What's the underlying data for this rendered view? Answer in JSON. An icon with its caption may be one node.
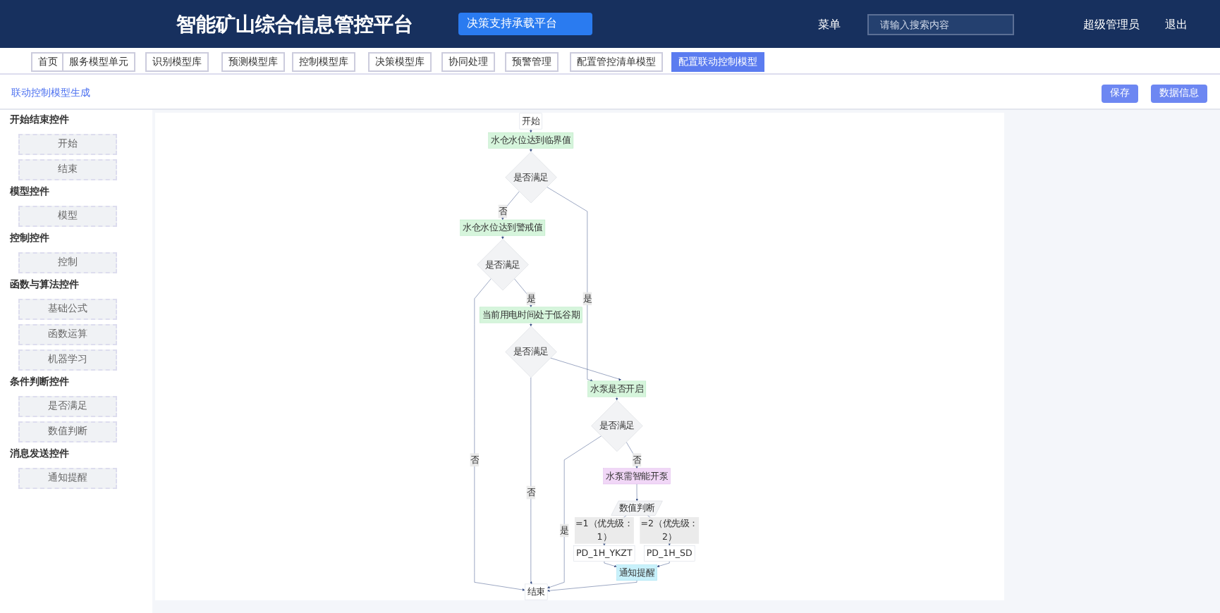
{
  "diagram": {
    "title": "智能矿山综合信息管控平台",
    "nodes": [
      {
        "text": [
          "开始"
        ]
      },
      {
        "text": [
          "水仓水位达到临界值"
        ]
      },
      {
        "text": [
          "是否满足"
        ]
      },
      {
        "text": [
          "水仓水位达到警戒值"
        ]
      },
      {
        "text": [
          "当前用电时间处于低谷期"
        ]
      },
      {
        "text": [
          "是否满足"
        ]
      },
      {
        "text": [
          "是否满足"
        ]
      },
      {
        "text": [
          "水泵是否开启"
        ]
      },
      {
        "text": [
          "是否满足"
        ]
      },
      {
        "text": [
          "水泵需智能开泵"
        ]
      },
      {
        "text": [
          "数值判断"
        ]
      },
      {
        "text": [
          "PD_1H_YKZT"
        ]
      },
      {
        "text": [
          "PD_1H_SD"
        ]
      },
      {
        "text": [
          "通知提醒"
        ]
      },
      {
        "text": [
          "结束"
        ]
      }
    ],
    "edges": [
      {
        "from": 0,
        "to": 1,
        "arrow": "to"
      },
      {
        "from": 1,
        "to": 2,
        "arrow": "to"
      },
      {
        "from": 2,
        "to": 3,
        "label": "否",
        "arrow": "to"
      },
      {
        "from": 2,
        "to": 7,
        "label": "是",
        "arrow": "to"
      },
      {
        "from": 3,
        "to": 5,
        "arrow": "to"
      },
      {
        "from": 5,
        "to": 4,
        "label": "是",
        "arrow": "to"
      },
      {
        "from": 5,
        "to": 14,
        "label": "否",
        "arrow": "to"
      },
      {
        "from": 4,
        "to": 6,
        "arrow": "to"
      },
      {
        "from": 6,
        "to": 7,
        "arrow": "to"
      },
      {
        "from": 6,
        "to": 14,
        "label": "否",
        "arrow": "to"
      },
      {
        "from": 7,
        "to": 8,
        "arrow": "to"
      },
      {
        "from": 8,
        "to": 9,
        "label": "否",
        "arrow": "to"
      },
      {
        "from": 8,
        "to": 14,
        "label": "是",
        "arrow": "to"
      },
      {
        "from": 9,
        "to": 10,
        "arrow": "to"
      },
      {
        "from": 10,
        "to": 11,
        "label": "=1（优先级：1）",
        "arrow": "to"
      },
      {
        "from": 10,
        "to": 12,
        "label": "=2（优先级：2）",
        "arrow": "to"
      },
      {
        "from": 11,
        "to": 13,
        "arrow": "to"
      },
      {
        "from": 12,
        "to": 13,
        "arrow": "to"
      },
      {
        "from": 13,
        "to": 14,
        "arrow": "to"
      }
    ],
    "labels": [
      "决策支持承载平台",
      "菜单",
      "请输入搜索内容",
      "超级管理员",
      "退出",
      "首页",
      "服务模型单元",
      "识别模型库",
      "预测模型库",
      "控制模型库",
      "决策模型库",
      "协同处理",
      "预警管理",
      "配置管控清单模型",
      "配置联动控制模型",
      "联动控制模型生成",
      "保存",
      "数据信息",
      "开始结束控件",
      "开始",
      "结束",
      "模型控件",
      "模型",
      "控制控件",
      "控制",
      "函数与算法控件",
      "基础公式",
      "函数运算",
      "机器学习",
      "条件判断控件",
      "是否满足",
      "数值判断",
      "消息发送控件",
      "通知提醒"
    ]
  }
}
